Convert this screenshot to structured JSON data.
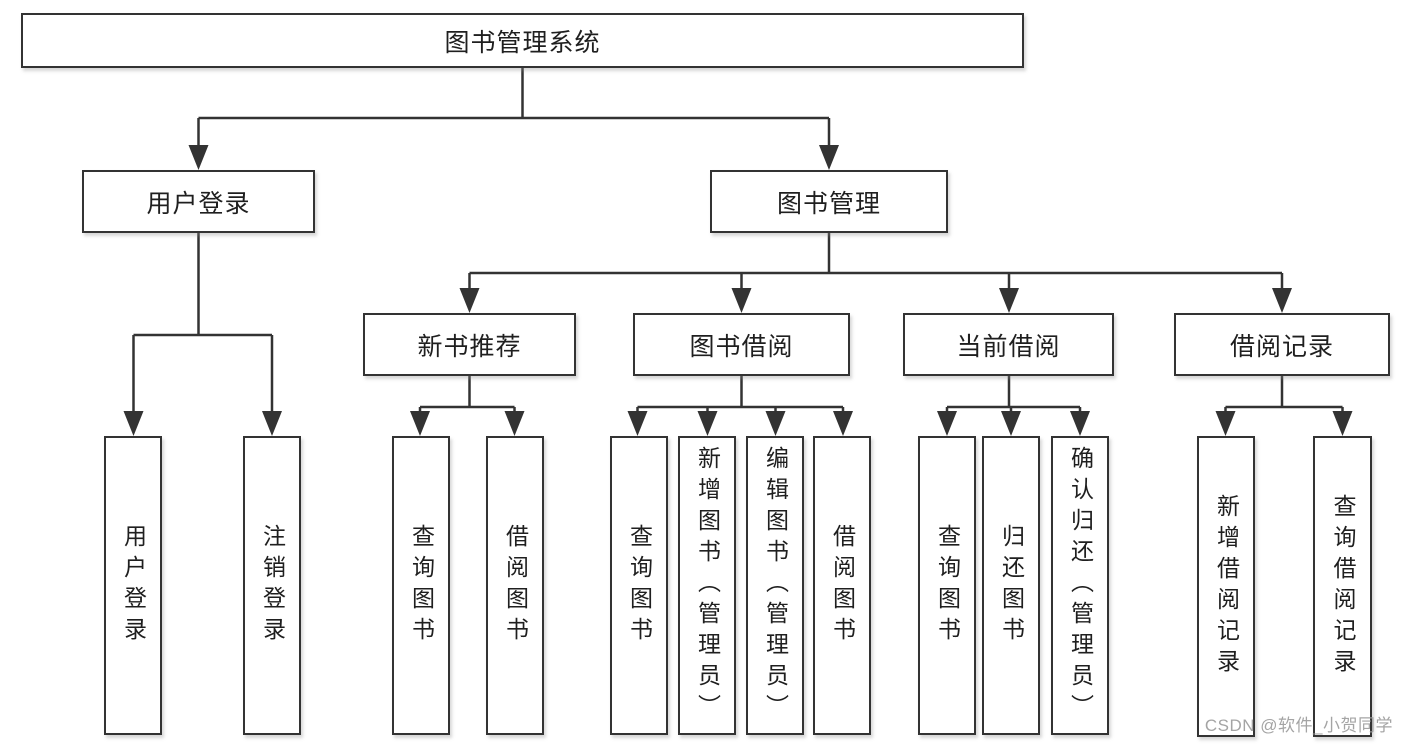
{
  "colors": {
    "background": "#ffffff",
    "line": "#333333",
    "box_border": "#333333",
    "box_background": "#ffffff",
    "text": "#1f1f1f",
    "watermark": "#9b9b9b"
  },
  "watermark": {
    "text": "CSDN @软件_小贺同学"
  },
  "tree": {
    "root": {
      "label": "图书管理系统",
      "children": [
        {
          "label": "用户登录",
          "children": [
            {
              "label": "用户登录"
            },
            {
              "label": "注销登录"
            }
          ]
        },
        {
          "label": "图书管理",
          "children": [
            {
              "label": "新书推荐",
              "children": [
                {
                  "label": "查询图书"
                },
                {
                  "label": "借阅图书"
                }
              ]
            },
            {
              "label": "图书借阅",
              "children": [
                {
                  "label": "查询图书"
                },
                {
                  "label": "新增图书（管理员）"
                },
                {
                  "label": "编辑图书（管理员）"
                },
                {
                  "label": "借阅图书"
                }
              ]
            },
            {
              "label": "当前借阅",
              "children": [
                {
                  "label": "查询图书"
                },
                {
                  "label": "归还图书"
                },
                {
                  "label": "确认归还（管理员）"
                }
              ]
            },
            {
              "label": "借阅记录",
              "children": [
                {
                  "label": "新增借阅记录"
                },
                {
                  "label": "查询借阅记录"
                }
              ]
            }
          ]
        }
      ]
    }
  }
}
